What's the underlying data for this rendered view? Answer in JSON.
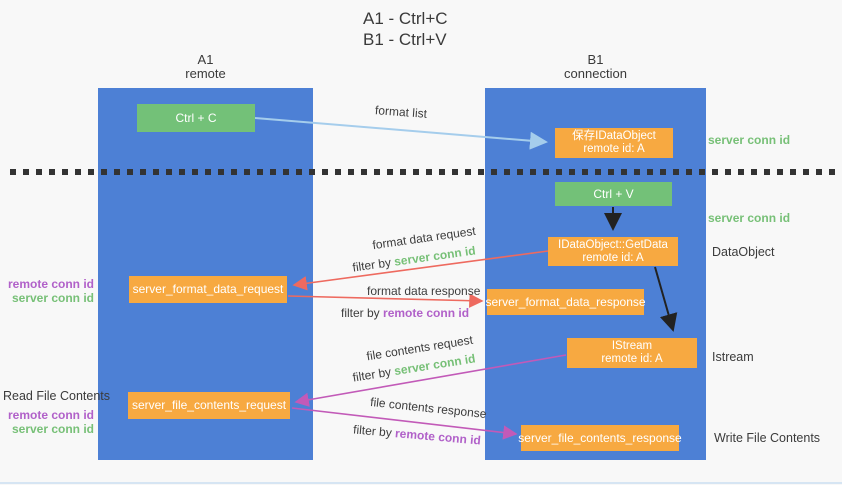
{
  "title": {
    "line1": "A1 - Ctrl+C",
    "line2": "B1 - Ctrl+V"
  },
  "lanes": {
    "left": {
      "title": "A1",
      "subtitle": "remote"
    },
    "right": {
      "title": "B1",
      "subtitle": "connection"
    }
  },
  "nodes": {
    "ctrl_c": {
      "label": "Ctrl + C"
    },
    "save_idataobject": {
      "line1": "保存IDataObject",
      "line2": "remote id: A"
    },
    "ctrl_v": {
      "label": "Ctrl + V"
    },
    "getdata": {
      "line1": "IDataObject::GetData",
      "line2": "remote id: A"
    },
    "format_request": {
      "label": "server_format_data_request"
    },
    "format_response": {
      "label": "server_format_data_response"
    },
    "istream": {
      "line1": "IStream",
      "line2": "remote id: A"
    },
    "file_request": {
      "label": "server_file_contents_request"
    },
    "file_response": {
      "label": "server_file_contents_response"
    }
  },
  "arrows": {
    "format_list": "format list",
    "format_data_request": "format data request",
    "format_data_response": "format data response",
    "file_contents_request": "file contents request",
    "file_contents_response": "file contents response",
    "filter_by": "filter by"
  },
  "keys": {
    "server_conn_id": "server conn id",
    "remote_conn_id": "remote conn id"
  },
  "annotations": {
    "right": {
      "server_conn_id_top": "server conn id",
      "server_conn_id_mid": "server conn id",
      "dataobject": "DataObject",
      "istream": "Istream",
      "write_file_contents": "Write File Contents"
    },
    "left": {
      "read_file_contents": "Read File Contents"
    }
  },
  "colors": {
    "lane_blue": "#4d80d5",
    "node_green": "#73c178",
    "node_orange": "#f7a941",
    "arrow_light_blue": "#a5cdec",
    "arrow_red": "#ee6a5f",
    "arrow_magenta": "#c25ab8",
    "arrow_black": "#222222",
    "key_green": "#77c077",
    "key_purple": "#b161c9",
    "background": "#f8f8f8"
  }
}
